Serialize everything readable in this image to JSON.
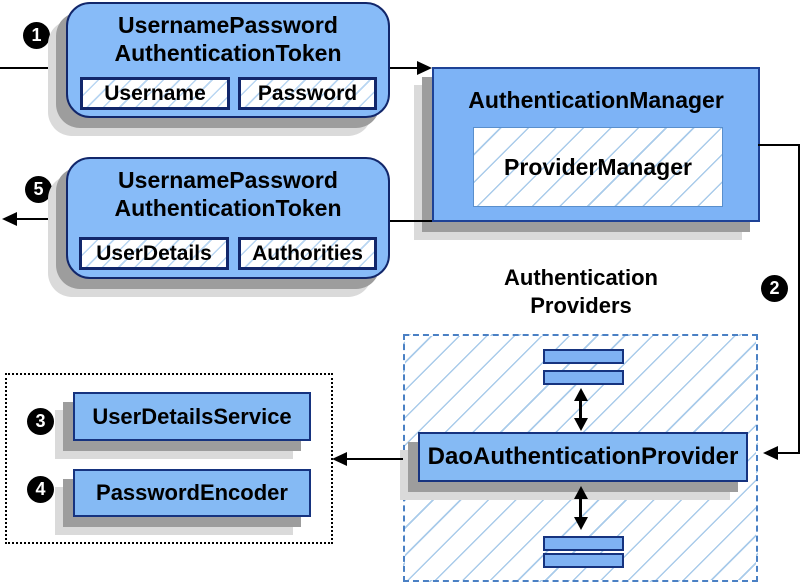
{
  "token_request": {
    "title_line1": "UsernamePassword",
    "title_line2": "AuthenticationToken",
    "field1": "Username",
    "field2": "Password"
  },
  "token_response": {
    "title_line1": "UsernamePassword",
    "title_line2": "AuthenticationToken",
    "field1": "UserDetails",
    "field2": "Authorities"
  },
  "authentication_manager": {
    "title": "AuthenticationManager",
    "provider_manager": "ProviderManager"
  },
  "authentication_providers": {
    "label_line1": "Authentication",
    "label_line2": "Providers",
    "dao_provider": "DaoAuthenticationProvider"
  },
  "services": {
    "user_details_service": "UserDetailsService",
    "password_encoder": "PasswordEncoder"
  },
  "steps": {
    "step1": "1",
    "step2": "2",
    "step3": "3",
    "step4": "4",
    "step5": "5"
  },
  "colors": {
    "box_fill": "#85baf4",
    "token_fill": "#87bbf8",
    "token_border": "#12276b",
    "manager_fill": "#7db3f6",
    "manager_border": "#1e4296",
    "hatch_line": "#a9cbea",
    "dashed_border": "#4a80c4",
    "shadow_dark": "#9d9d9d",
    "shadow_light": "#dadada",
    "connector": "#000000"
  }
}
